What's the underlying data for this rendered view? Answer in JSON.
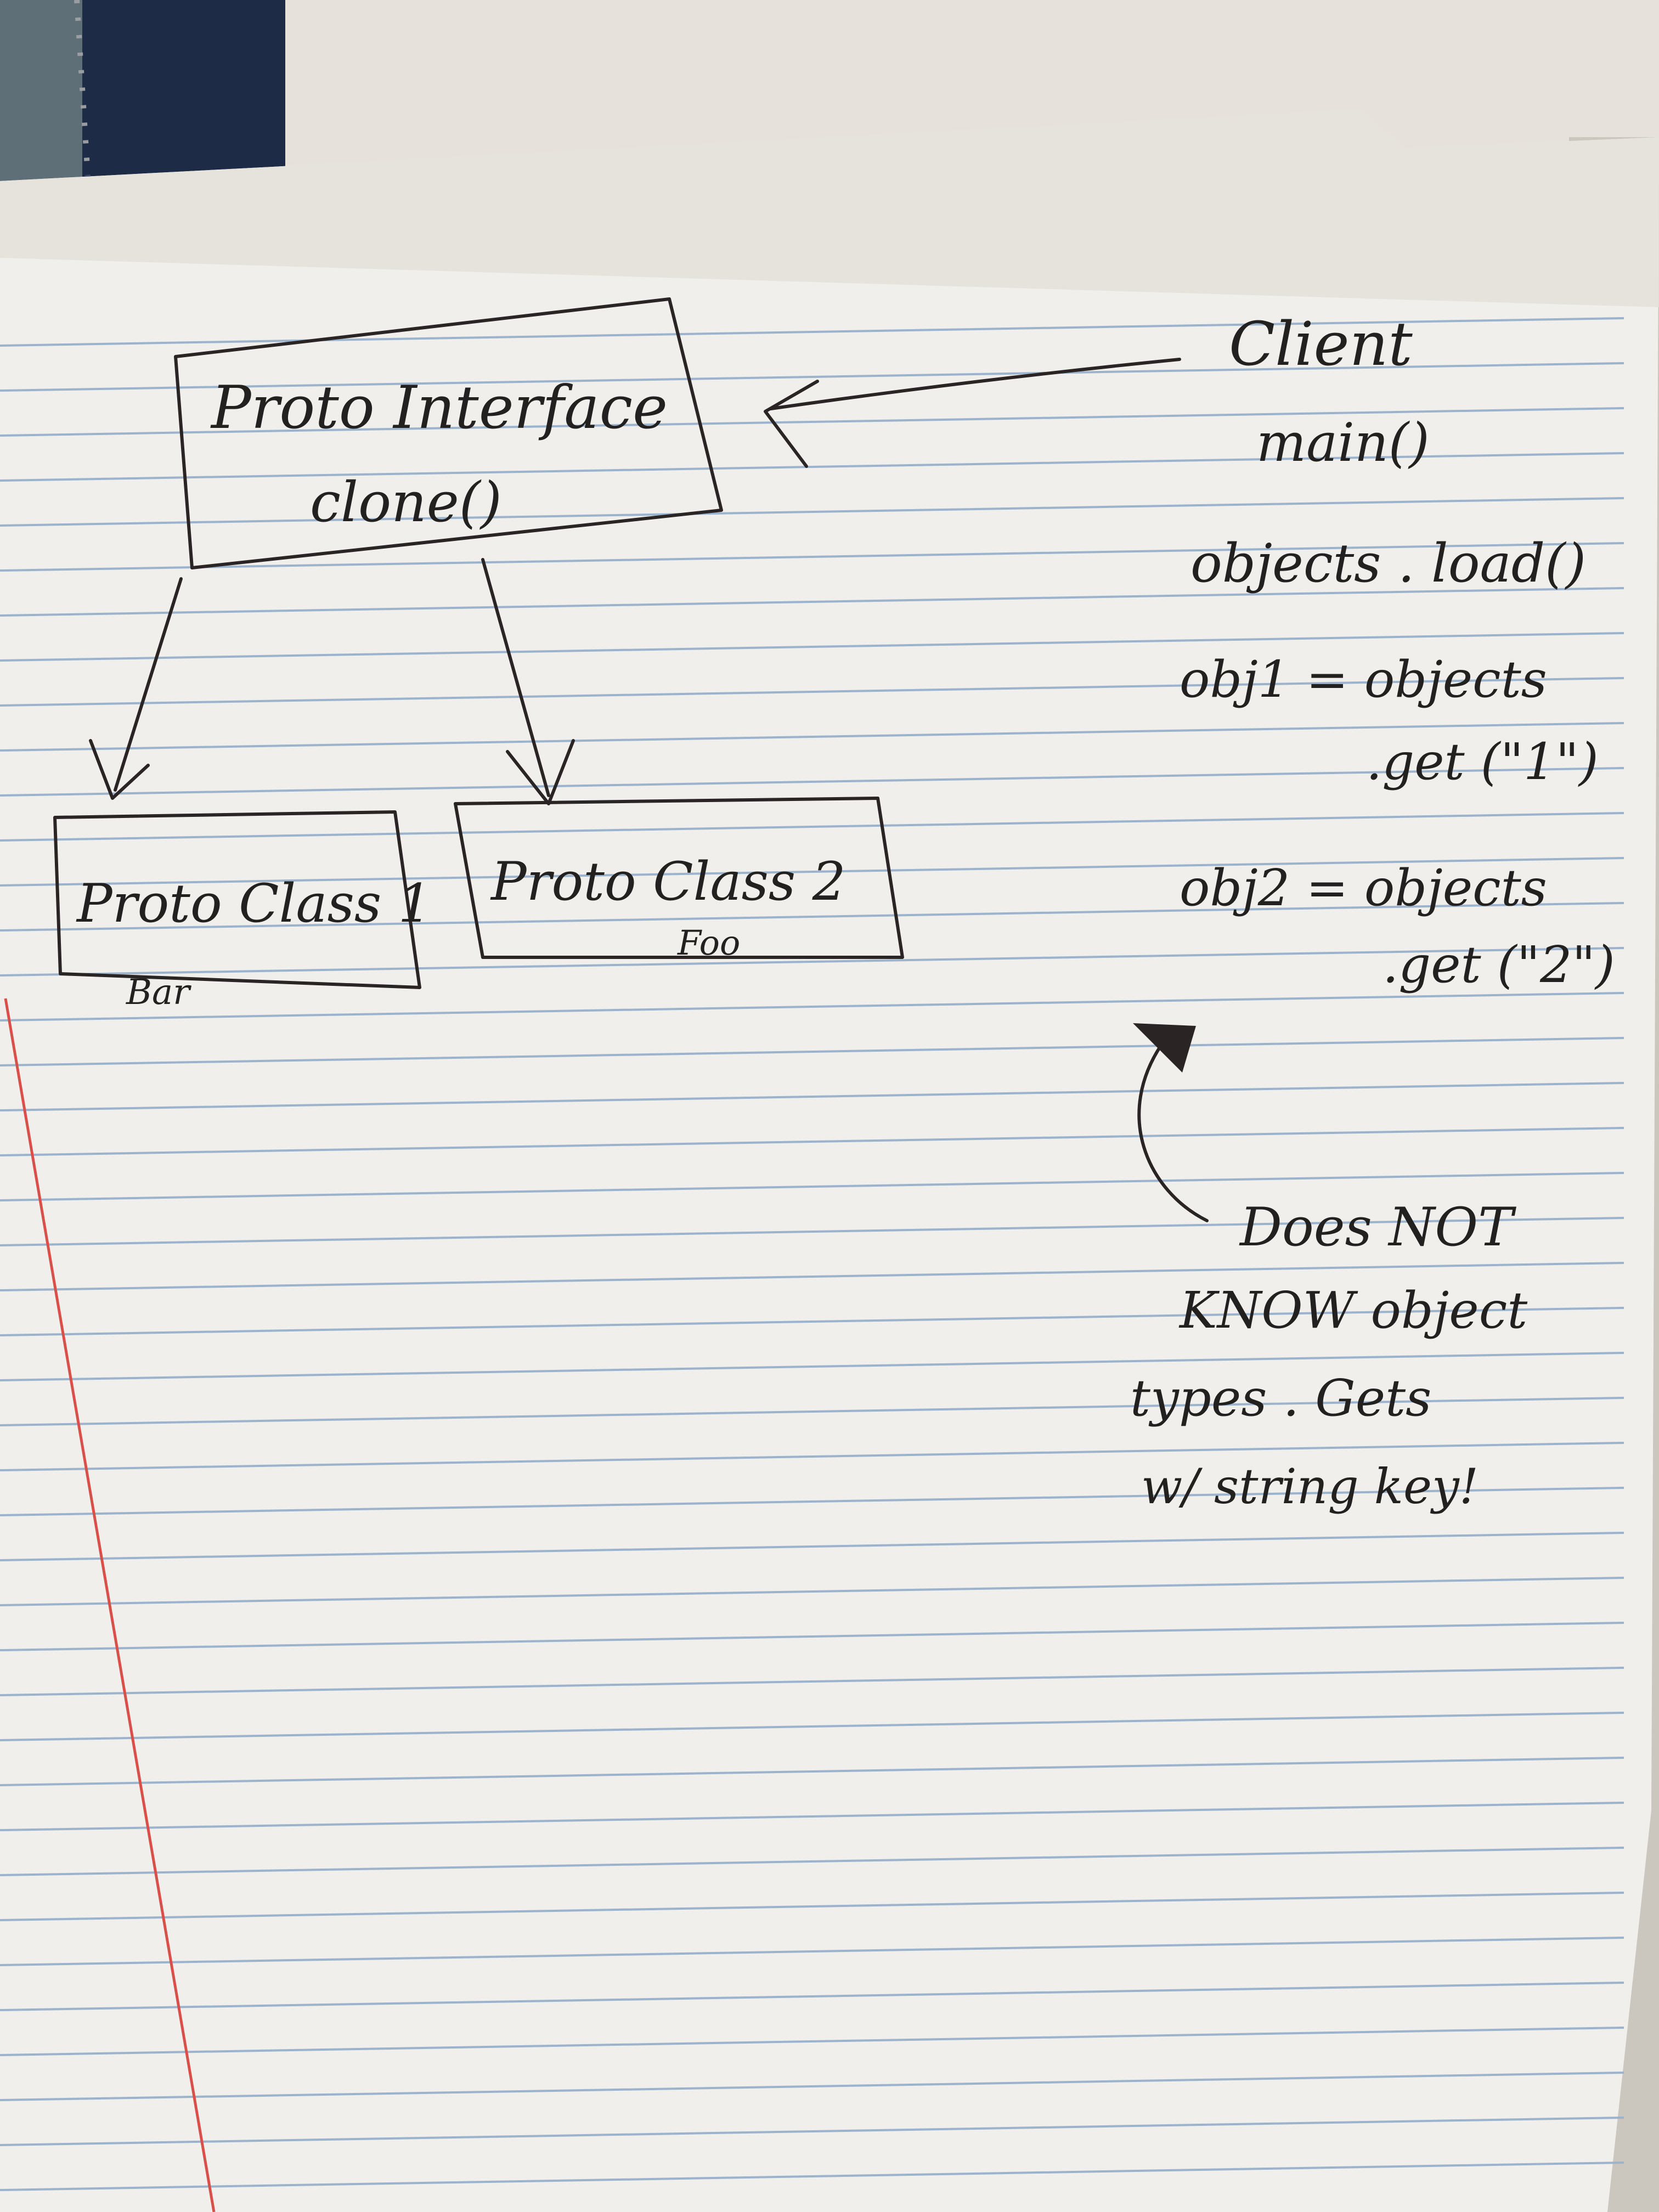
{
  "diagram": {
    "interface_box": {
      "name": "Proto Interface",
      "method": "clone()"
    },
    "class1_box": {
      "name": "Proto Class 1",
      "subtitle": "Bar"
    },
    "class2_box": {
      "name": "Proto Class 2",
      "subtitle": "Foo"
    },
    "client": {
      "title": "Client",
      "lines": [
        "main()",
        "objects . load()",
        "obj1 = objects",
        ".get (\"1\")",
        "obj2 = objects",
        ".get (\"2\")"
      ]
    },
    "note": {
      "lines": [
        "Does NOT",
        "KNOW object",
        "types . Gets",
        "w/ string key!"
      ]
    }
  },
  "colors": {
    "paper": "#f1efeb",
    "rule_line": "#9bb3cd",
    "margin_line": "#d9504a",
    "ink": "#232020",
    "wall": "#ebe8e2",
    "curtain": "#1e2b46"
  }
}
